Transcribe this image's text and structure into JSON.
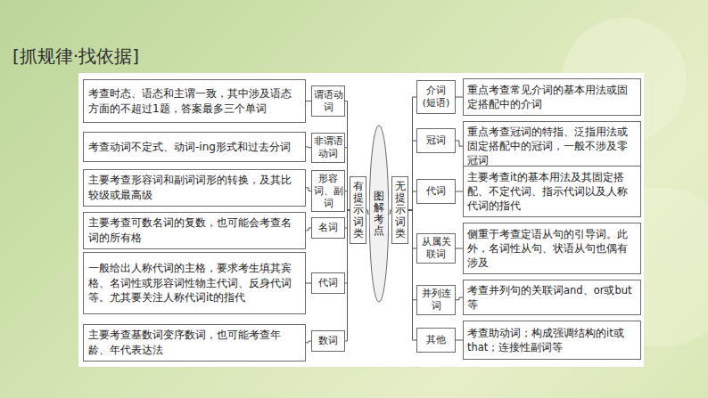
{
  "diagram": {
    "title": "[抓规律·找依据]",
    "nodes": [
      {
        "text": [
          "考查时态、语态和主谓一致，其中涉及语态方面的不超过1题，答案最多三个单词"
        ]
      },
      {
        "text": [
          "谓语动词"
        ]
      },
      {
        "text": [
          "考查动词不定式、动词-ing形式和过去分词"
        ]
      },
      {
        "text": [
          "非谓语动词"
        ]
      },
      {
        "text": [
          "主要考查形容词和副词词形的转换，及其比较级或最高级"
        ]
      },
      {
        "text": [
          "形容词、副词"
        ]
      },
      {
        "text": [
          "主要考查可数名词的复数，也可能会考查名词的所有格"
        ]
      },
      {
        "text": [
          "名词"
        ]
      },
      {
        "text": [
          "一般给出人称代词的主格，要求考生填其宾格、名词性或形容词性物主代词、反身代词等。尤其要关注人称代词it的指代"
        ]
      },
      {
        "text": [
          "代词"
        ]
      },
      {
        "text": [
          "主要考查基数词变序数词，也可能考查年龄、年代表达法"
        ]
      },
      {
        "text": [
          "数词"
        ]
      },
      {
        "text": [
          "有提示词类"
        ]
      },
      {
        "text": [
          "图解考点"
        ]
      },
      {
        "text": [
          "无提示词类"
        ]
      },
      {
        "text": [
          "介词 (短语)"
        ]
      },
      {
        "text": [
          "重点考查常见介词的基本用法或固定搭配中的介词"
        ]
      },
      {
        "text": [
          "冠词"
        ]
      },
      {
        "text": [
          "重点考查冠词的特指、泛指用法或固定搭配中的冠词，一般不涉及零冠词"
        ]
      },
      {
        "text": [
          "代词"
        ]
      },
      {
        "text": [
          "主要考查it的基本用法及其固定搭配、不定代词、指示代词以及人称代词的指代"
        ]
      },
      {
        "text": [
          "从属关联词"
        ]
      },
      {
        "text": [
          "侧重于考查定语从句的引导词。此外，名词性从句、状语从句也偶有涉及"
        ]
      },
      {
        "text": [
          "并列连词"
        ]
      },
      {
        "text": [
          "考查并列句的关联词and、or或but等"
        ]
      },
      {
        "text": [
          "其他"
        ]
      },
      {
        "text": [
          "考查助动词；构成强调结构的it或that；连接性副词等"
        ]
      }
    ],
    "edges": [
      {
        "from": 0,
        "to": 1,
        "arrow": "none"
      },
      {
        "from": 2,
        "to": 3,
        "arrow": "none"
      },
      {
        "from": 4,
        "to": 5,
        "arrow": "none"
      },
      {
        "from": 6,
        "to": 7,
        "arrow": "none"
      },
      {
        "from": 8,
        "to": 9,
        "arrow": "none"
      },
      {
        "from": 10,
        "to": 11,
        "arrow": "none"
      },
      {
        "from": 1,
        "to": 12,
        "arrow": "none"
      },
      {
        "from": 3,
        "to": 12,
        "arrow": "none"
      },
      {
        "from": 5,
        "to": 12,
        "arrow": "none"
      },
      {
        "from": 7,
        "to": 12,
        "arrow": "none"
      },
      {
        "from": 9,
        "to": 12,
        "arrow": "none"
      },
      {
        "from": 11,
        "to": 12,
        "arrow": "none"
      },
      {
        "from": 12,
        "to": 13,
        "arrow": "none"
      },
      {
        "from": 13,
        "to": 14,
        "arrow": "none"
      },
      {
        "from": 14,
        "to": 15,
        "arrow": "none"
      },
      {
        "from": 14,
        "to": 17,
        "arrow": "none"
      },
      {
        "from": 14,
        "to": 19,
        "arrow": "none"
      },
      {
        "from": 14,
        "to": 21,
        "arrow": "none"
      },
      {
        "from": 14,
        "to": 23,
        "arrow": "none"
      },
      {
        "from": 14,
        "to": 25,
        "arrow": "none"
      },
      {
        "from": 15,
        "to": 16,
        "arrow": "none"
      },
      {
        "from": 17,
        "to": 18,
        "arrow": "none"
      },
      {
        "from": 19,
        "to": 20,
        "arrow": "none"
      },
      {
        "from": 21,
        "to": 22,
        "arrow": "none"
      },
      {
        "from": 23,
        "to": 24,
        "arrow": "none"
      },
      {
        "from": 25,
        "to": 26,
        "arrow": "none"
      }
    ]
  }
}
